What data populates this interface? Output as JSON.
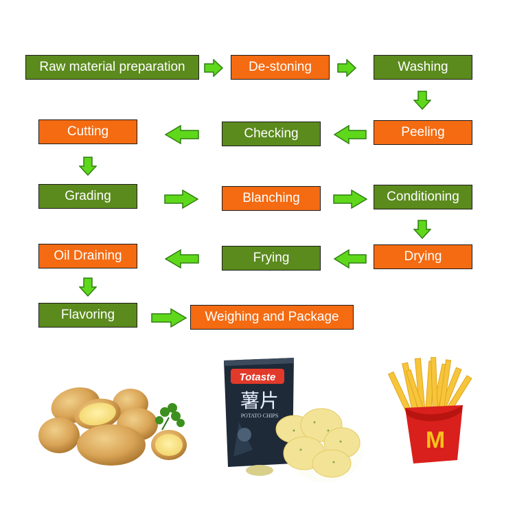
{
  "colors": {
    "green_step": "#5b8a1d",
    "orange_step": "#f46b12",
    "arrow_fill": "#5fd81c",
    "arrow_stroke": "#2f7d10"
  },
  "steps": [
    {
      "label": "Raw material preparation",
      "color": "green"
    },
    {
      "label": "De-stoning",
      "color": "orange"
    },
    {
      "label": "Washing",
      "color": "green"
    },
    {
      "label": "Peeling",
      "color": "orange"
    },
    {
      "label": "Checking",
      "color": "green"
    },
    {
      "label": "Cutting",
      "color": "orange"
    },
    {
      "label": "Grading",
      "color": "green"
    },
    {
      "label": "Blanching",
      "color": "orange"
    },
    {
      "label": "Conditioning",
      "color": "green"
    },
    {
      "label": "Drying",
      "color": "orange"
    },
    {
      "label": "Frying",
      "color": "green"
    },
    {
      "label": "Oil Draining",
      "color": "orange"
    },
    {
      "label": "Flavoring",
      "color": "green"
    },
    {
      "label": "Weighing and Package",
      "color": "orange"
    }
  ],
  "product_images": {
    "potatoes": "potatoes-photo",
    "chip_bag": {
      "icon": "chips-bag-photo",
      "brand": "Totaste",
      "title_cn": "薯片",
      "subtitle": "POTATO CHIPS"
    },
    "fries": {
      "icon": "french-fries-photo",
      "logo_letter": "M"
    }
  }
}
